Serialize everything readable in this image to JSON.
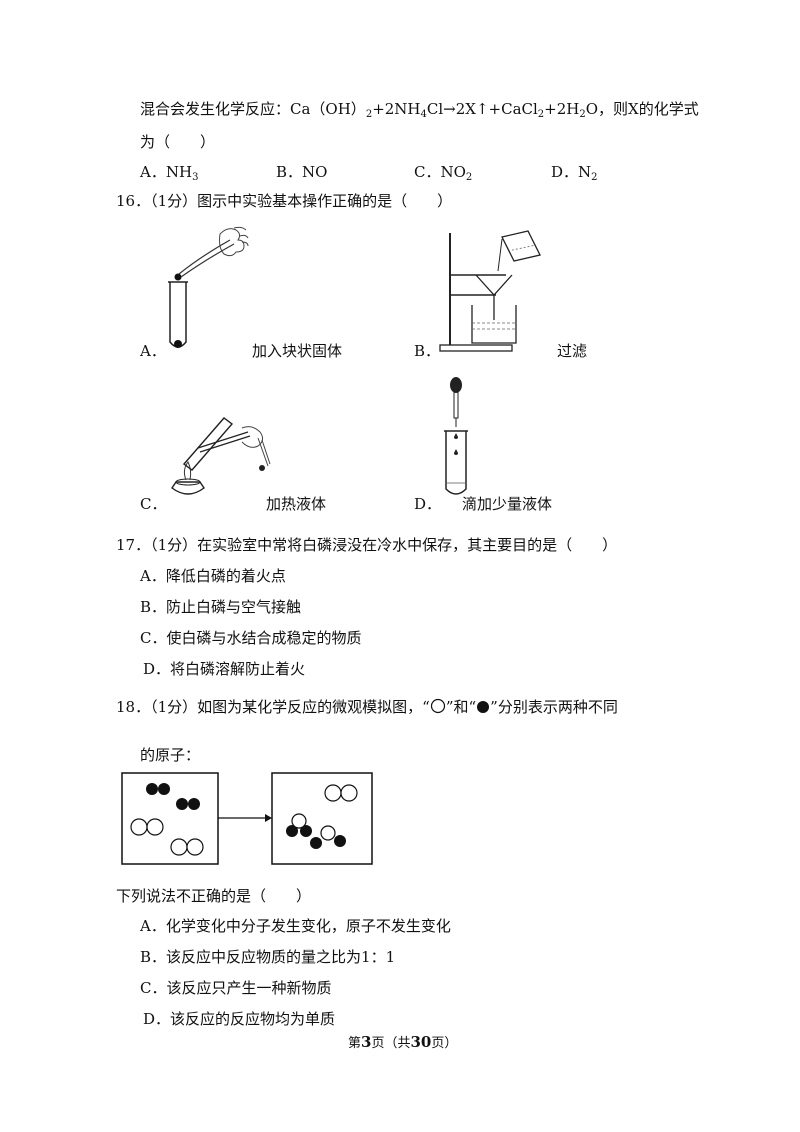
{
  "q15": {
    "line1_start": "混合会发生化学反应：Ca（OH）",
    "sub_2a": "2",
    "line1_mid1": "+2NH",
    "sub_4": "4",
    "line1_mid2": "Cl→2X↑+CaCl",
    "sub_2b": "2",
    "line1_mid3": "+2H",
    "sub_2c": "2",
    "line1_end": "O，则X的化学式",
    "line2": "为（　　）",
    "opt_a_label": "A．",
    "opt_a_main": "NH",
    "opt_a_sub": "3",
    "opt_b": "B．NO",
    "opt_c_label": "C．",
    "opt_c_main": "NO",
    "opt_c_sub": "2",
    "opt_d_label": "D．",
    "opt_d_main": "N",
    "opt_d_sub": "2"
  },
  "q16": {
    "stem": "16．（1分）图示中实验基本操作正确的是（　　）",
    "a_label": "A．",
    "a_text": "加入块状固体",
    "b_label": "B．",
    "b_text": "过滤",
    "c_label": "C．",
    "c_text": "加热液体",
    "d_label": "D．",
    "d_text": "滴加少量液体"
  },
  "q17": {
    "stem": "17．（1分）在实验室中常将白磷浸没在冷水中保存，其主要目的是（　　）",
    "a": "A．降低白磷的着火点",
    "b": "B．防止白磷与空气接触",
    "c": "C．使白磷与水结合成稳定的物质",
    "d": "D．将白磷溶解防止着火"
  },
  "q18": {
    "stem_part1": "18．（1分）如图为某化学反应的微观模拟图，“",
    "stem_part2": "”和“",
    "stem_part3": "”分别表示两种不同",
    "stem_line2": "的原子：",
    "followup": "下列说法不正确的是（　　）",
    "a": "A．化学变化中分子发生变化，原子不发生变化",
    "b": "B．该反应中反应物质的量之比为1：1",
    "c": "C．该反应只产生一种新物质",
    "d": "D．该反应的反应物均为单质"
  },
  "footer": {
    "prefix": "第",
    "page": "3",
    "mid": "页（共",
    "total": "30",
    "suffix": "页）"
  }
}
